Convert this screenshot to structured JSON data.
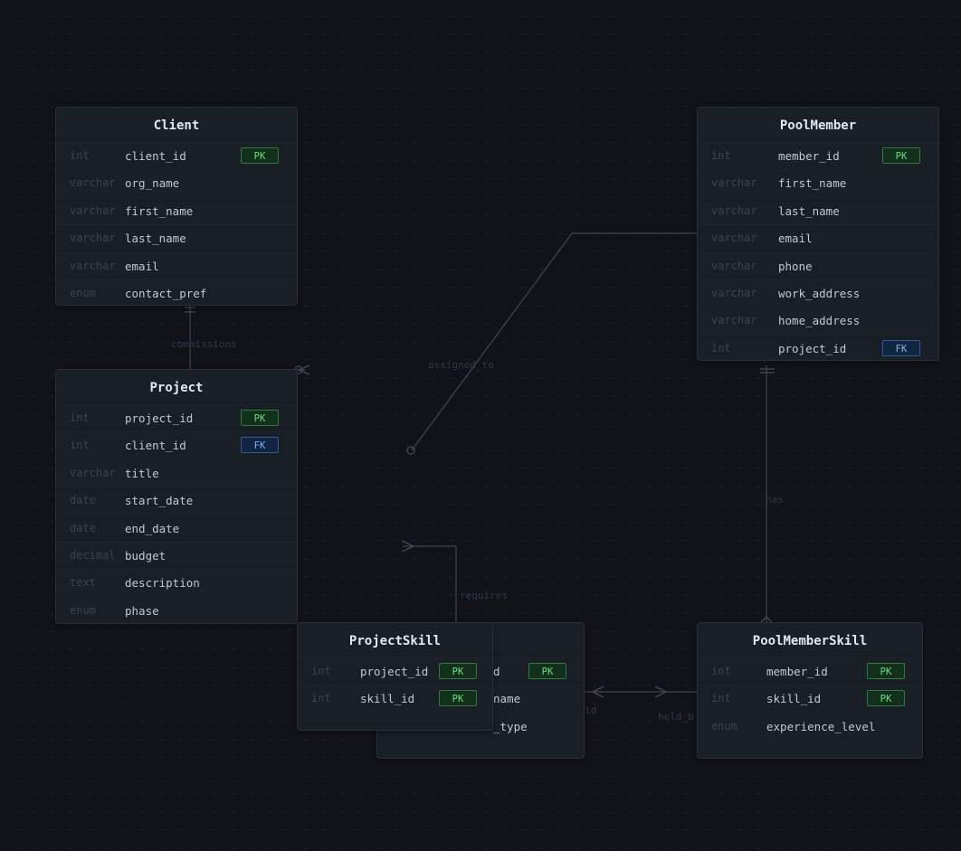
{
  "colors": {
    "background": "#111318",
    "card": "#1a1e25",
    "link": "#3c4350",
    "pk": "#6fdc85",
    "fk": "#7fb3f0"
  },
  "tables": {
    "client": {
      "title": "Client",
      "rows": [
        {
          "type": "int",
          "name": "client_id",
          "key": "PK"
        },
        {
          "type": "varchar",
          "name": "org_name",
          "key": ""
        },
        {
          "type": "varchar",
          "name": "first_name",
          "key": ""
        },
        {
          "type": "varchar",
          "name": "last_name",
          "key": ""
        },
        {
          "type": "varchar",
          "name": "email",
          "key": ""
        },
        {
          "type": "enum",
          "name": "contact_pref",
          "key": ""
        }
      ]
    },
    "project": {
      "title": "Project",
      "rows": [
        {
          "type": "int",
          "name": "project_id",
          "key": "PK"
        },
        {
          "type": "int",
          "name": "client_id",
          "key": "FK"
        },
        {
          "type": "varchar",
          "name": "title",
          "key": ""
        },
        {
          "type": "date",
          "name": "start_date",
          "key": ""
        },
        {
          "type": "date",
          "name": "end_date",
          "key": ""
        },
        {
          "type": "decimal",
          "name": "budget",
          "key": ""
        },
        {
          "type": "text",
          "name": "description",
          "key": ""
        },
        {
          "type": "enum",
          "name": "phase",
          "key": ""
        }
      ]
    },
    "pool_member": {
      "title": "PoolMember",
      "rows": [
        {
          "type": "int",
          "name": "member_id",
          "key": "PK"
        },
        {
          "type": "varchar",
          "name": "first_name",
          "key": ""
        },
        {
          "type": "varchar",
          "name": "last_name",
          "key": ""
        },
        {
          "type": "varchar",
          "name": "email",
          "key": ""
        },
        {
          "type": "varchar",
          "name": "phone",
          "key": ""
        },
        {
          "type": "varchar",
          "name": "work_address",
          "key": ""
        },
        {
          "type": "varchar",
          "name": "home_address",
          "key": ""
        },
        {
          "type": "int",
          "name": "project_id",
          "key": "FK"
        }
      ]
    },
    "skill": {
      "title": "l",
      "rows": [
        {
          "type": "",
          "name": "d",
          "key": "PK"
        },
        {
          "type": "",
          "name": "name",
          "key": ""
        },
        {
          "type": "",
          "name": "_type",
          "key": ""
        }
      ]
    },
    "project_skill": {
      "title": "ProjectSkill",
      "rows": [
        {
          "type": "int",
          "name": "project_id",
          "key": "PK"
        },
        {
          "type": "int",
          "name": "skill_id",
          "key": "PK"
        }
      ]
    },
    "pool_member_skill": {
      "title": "PoolMemberSkill",
      "rows": [
        {
          "type": "int",
          "name": "member_id",
          "key": "PK"
        },
        {
          "type": "int",
          "name": "skill_id",
          "key": "PK"
        },
        {
          "type": "enum",
          "name": "experience_level",
          "key": ""
        }
      ]
    }
  },
  "relations": {
    "commissions": "commissions",
    "assigned_to": "assigned_to",
    "has": "has",
    "requires": "requires",
    "held_by": "held_b",
    "id_fragment": "id"
  }
}
